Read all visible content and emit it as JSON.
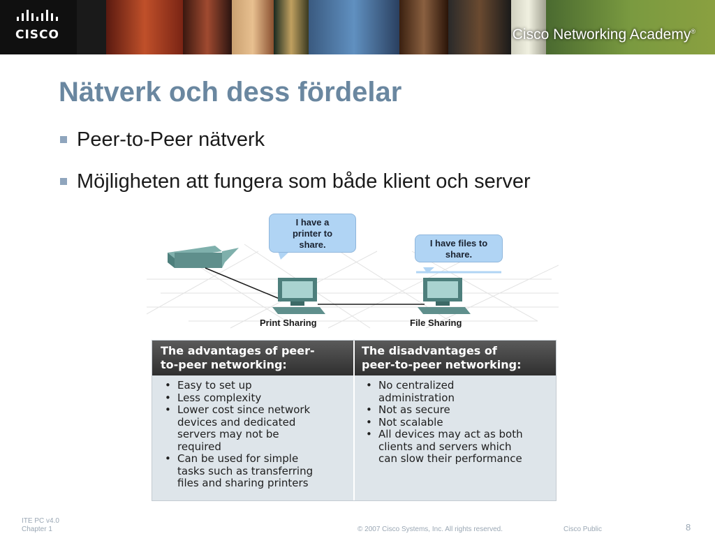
{
  "header": {
    "brand": "CISCO",
    "academy": "Cisco Networking Academy",
    "trademark": "®"
  },
  "slide": {
    "title": "Nätverk och dess fördelar",
    "bullets": [
      "Peer-to-Peer nätverk",
      "Möjligheten att fungera som både klient och server"
    ]
  },
  "diagram": {
    "callout_left": [
      "I have a",
      "printer to",
      "share."
    ],
    "callout_right": [
      "I have files to",
      "share."
    ],
    "label_left": "Print Sharing",
    "label_right": "File Sharing"
  },
  "table": {
    "advantages_header": [
      "The advantages of peer-",
      "to-peer networking:"
    ],
    "disadvantages_header": [
      "The disadvantages of",
      "peer-to-peer networking:"
    ],
    "advantages": [
      [
        "Easy to set up"
      ],
      [
        "Less complexity"
      ],
      [
        "Lower cost since network",
        "devices and dedicated",
        "servers may not be",
        "required"
      ],
      [
        "Can be used for simple",
        "tasks such as transferring",
        "files and sharing printers"
      ]
    ],
    "disadvantages": [
      [
        "No centralized",
        "administration"
      ],
      [
        "Not as secure"
      ],
      [
        "Not scalable"
      ],
      [
        "All devices may act as both",
        "clients and servers which",
        "can slow their performance"
      ]
    ]
  },
  "footer": {
    "course": "ITE PC v4.0",
    "chapter": "Chapter 1",
    "copyright": "© 2007 Cisco Systems, Inc. All rights reserved.",
    "classification": "Cisco Public",
    "page": "8"
  },
  "colors": {
    "title": "#6a87a0",
    "bullet": "#8fa5bd",
    "callout": "#b0d4f4",
    "device": "#5f8f8c",
    "table_header": "#3c3c3c",
    "table_body": "#dee5ea"
  }
}
